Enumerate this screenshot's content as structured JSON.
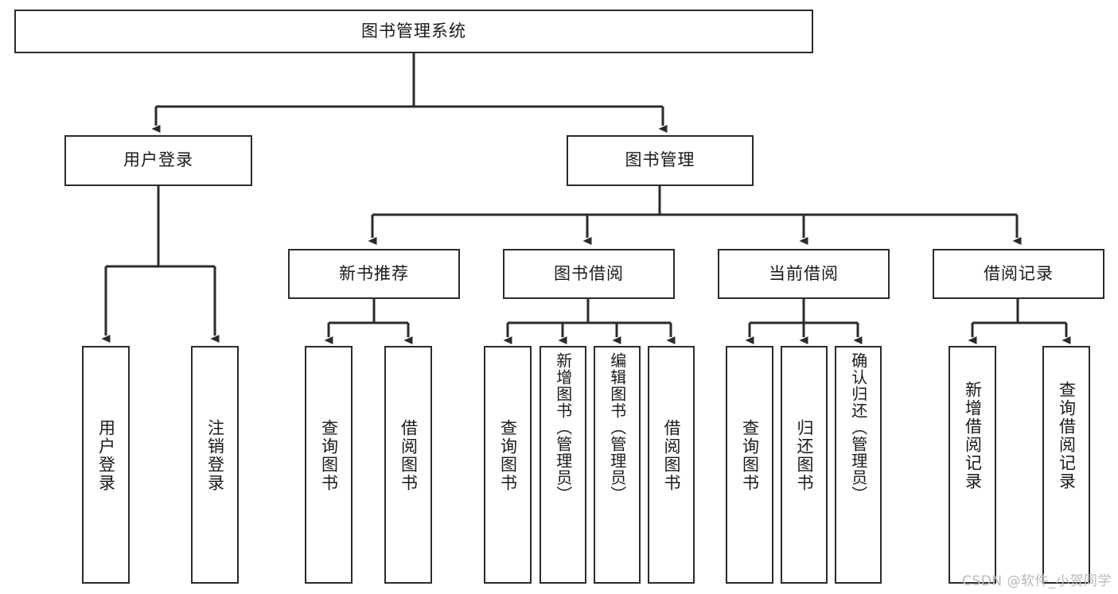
{
  "diagram": {
    "type": "tree",
    "title": "图书管理系统",
    "watermark": "CSDN @软件_小贺同学",
    "colors": {
      "box_border": "#2b2b2b",
      "box_fill": "#ffffff",
      "connector": "#2b2b2b",
      "text": "#1a1a1a",
      "watermark": "#b9b9b9",
      "background": "#ffffff"
    },
    "nodes": {
      "root": {
        "label": "图书管理系统"
      },
      "level2": [
        {
          "id": "user-login",
          "label": "用户登录"
        },
        {
          "id": "book-manage",
          "label": "图书管理"
        }
      ],
      "level3": [
        {
          "id": "new-book-recommend",
          "label": "新书推荐"
        },
        {
          "id": "book-borrow",
          "label": "图书借阅"
        },
        {
          "id": "current-borrow",
          "label": "当前借阅"
        },
        {
          "id": "borrow-record",
          "label": "借阅记录"
        }
      ],
      "leaves": {
        "user_login": [
          {
            "id": "leaf-user-login",
            "label": "用户登录"
          },
          {
            "id": "leaf-logout-login",
            "label": "注销登录"
          }
        ],
        "new_book_recommend": [
          {
            "id": "leaf-query-book-1",
            "label": "查询图书"
          },
          {
            "id": "leaf-borrow-book-1",
            "label": "借阅图书"
          }
        ],
        "book_borrow": [
          {
            "id": "leaf-query-book-2",
            "label": "查询图书"
          },
          {
            "id": "leaf-add-book",
            "label": "新增图书（管理员）"
          },
          {
            "id": "leaf-edit-book",
            "label": "编辑图书（管理员）"
          },
          {
            "id": "leaf-borrow-book-2",
            "label": "借阅图书"
          }
        ],
        "current_borrow": [
          {
            "id": "leaf-query-book-3",
            "label": "查询图书"
          },
          {
            "id": "leaf-return-book",
            "label": "归还图书"
          },
          {
            "id": "leaf-confirm-return",
            "label": "确认归还（管理员）"
          }
        ],
        "borrow_record": [
          {
            "id": "leaf-add-record",
            "label": "新增借阅记录"
          },
          {
            "id": "leaf-query-record",
            "label": "查询借阅记录"
          }
        ]
      }
    }
  }
}
